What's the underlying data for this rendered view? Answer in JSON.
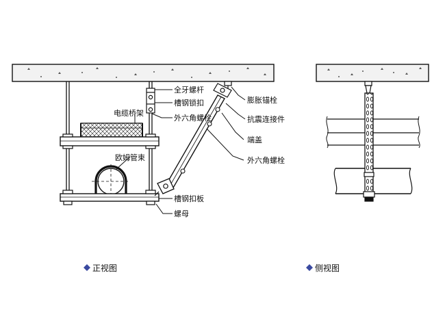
{
  "front_view": {
    "caption": "正视图",
    "labels": {
      "full_thread_rod": "全牙螺杆",
      "channel_lock": "槽钢锁扣",
      "hex_bolt_top": "外六角螺栓",
      "cable_tray": "电缆桥架",
      "expansion_anchor": "膨胀锚栓",
      "seismic_connector": "抗震连接件",
      "end_cap": "端盖",
      "hex_bolt_brace": "外六角螺栓",
      "ohm_clamp": "欧姆管束",
      "channel_plate": "槽钢扣板",
      "nut": "螺母"
    }
  },
  "side_view": {
    "caption": "侧视图"
  },
  "colors": {
    "line": "#111111",
    "concrete": "#f2f2f2",
    "bullet": "#3a4aa0"
  }
}
